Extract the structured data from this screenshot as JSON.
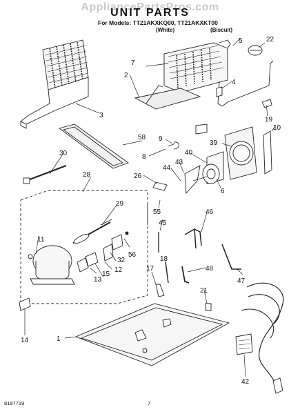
{
  "header": {
    "watermark": "AppliancePartsPros.com",
    "title": "UNIT PARTS",
    "models_line": "For Models: TT21AKXKQ00, TT21AKXKT00",
    "variant_white": "(White)",
    "variant_biscuit": "(Biscuit)"
  },
  "callouts": {
    "c1": "1",
    "c2": "2",
    "c3": "3",
    "c4": "4",
    "c5": "5",
    "c6": "6",
    "c7": "7",
    "c8": "8",
    "c9": "9",
    "c10": "10",
    "c11": "11",
    "c12": "12",
    "c13": "13",
    "c14": "14",
    "c15": "15",
    "c17": "17",
    "c18": "18",
    "c19": "19",
    "c21": "21",
    "c22": "22",
    "c26": "26",
    "c28": "28",
    "c29": "29",
    "c30": "30",
    "c32": "32",
    "c39": "39",
    "c40": "40",
    "c42": "42",
    "c43": "43",
    "c44": "44",
    "c45": "45",
    "c46": "46",
    "c47": "47",
    "c48": "48",
    "c55": "55",
    "c56": "56",
    "c58": "58"
  },
  "footer": {
    "doc_number": "8197719",
    "page_number": "7"
  }
}
